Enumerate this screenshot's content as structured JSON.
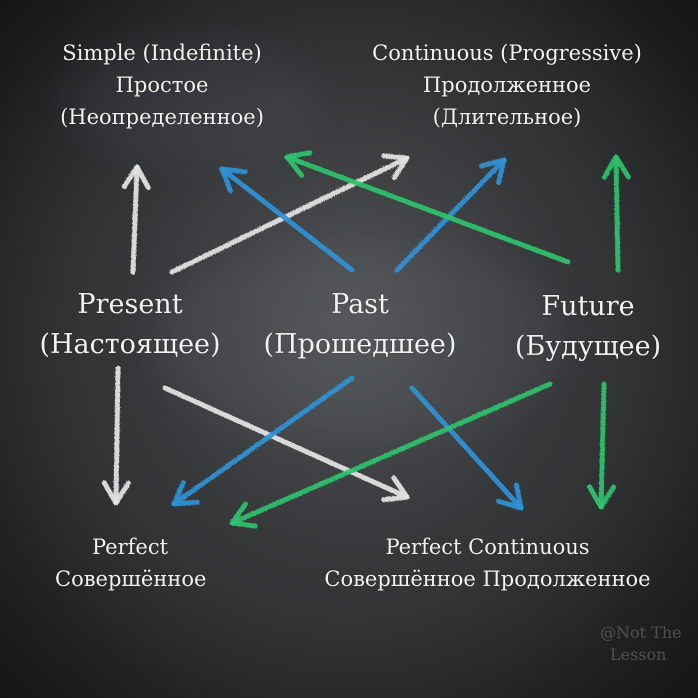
{
  "top": {
    "simple": [
      "Simple (Indefinite)",
      "Простое",
      "(Неопределенное)"
    ],
    "continuous": [
      "Continuous (Progressive)",
      "Продолженное",
      "(Длительное)"
    ]
  },
  "middle": {
    "present": [
      "Present",
      "(Настоящее)"
    ],
    "past": [
      "Past",
      "(Прошедшее)"
    ],
    "future": [
      "Future",
      "(Будущее)"
    ]
  },
  "bottom": {
    "perfect": [
      "Perfect",
      "Совершённое"
    ],
    "perfect_continuous": [
      "Perfect Continuous",
      "Совершённое Продолженное"
    ]
  },
  "watermark": [
    "@Not The",
    "Lesson"
  ],
  "colors": {
    "background": "#2f3133",
    "text": "#f2f2f2",
    "present_arrows": "#e6e6e6",
    "past_arrows": "#2f93d8",
    "future_arrows": "#2fc46e"
  }
}
